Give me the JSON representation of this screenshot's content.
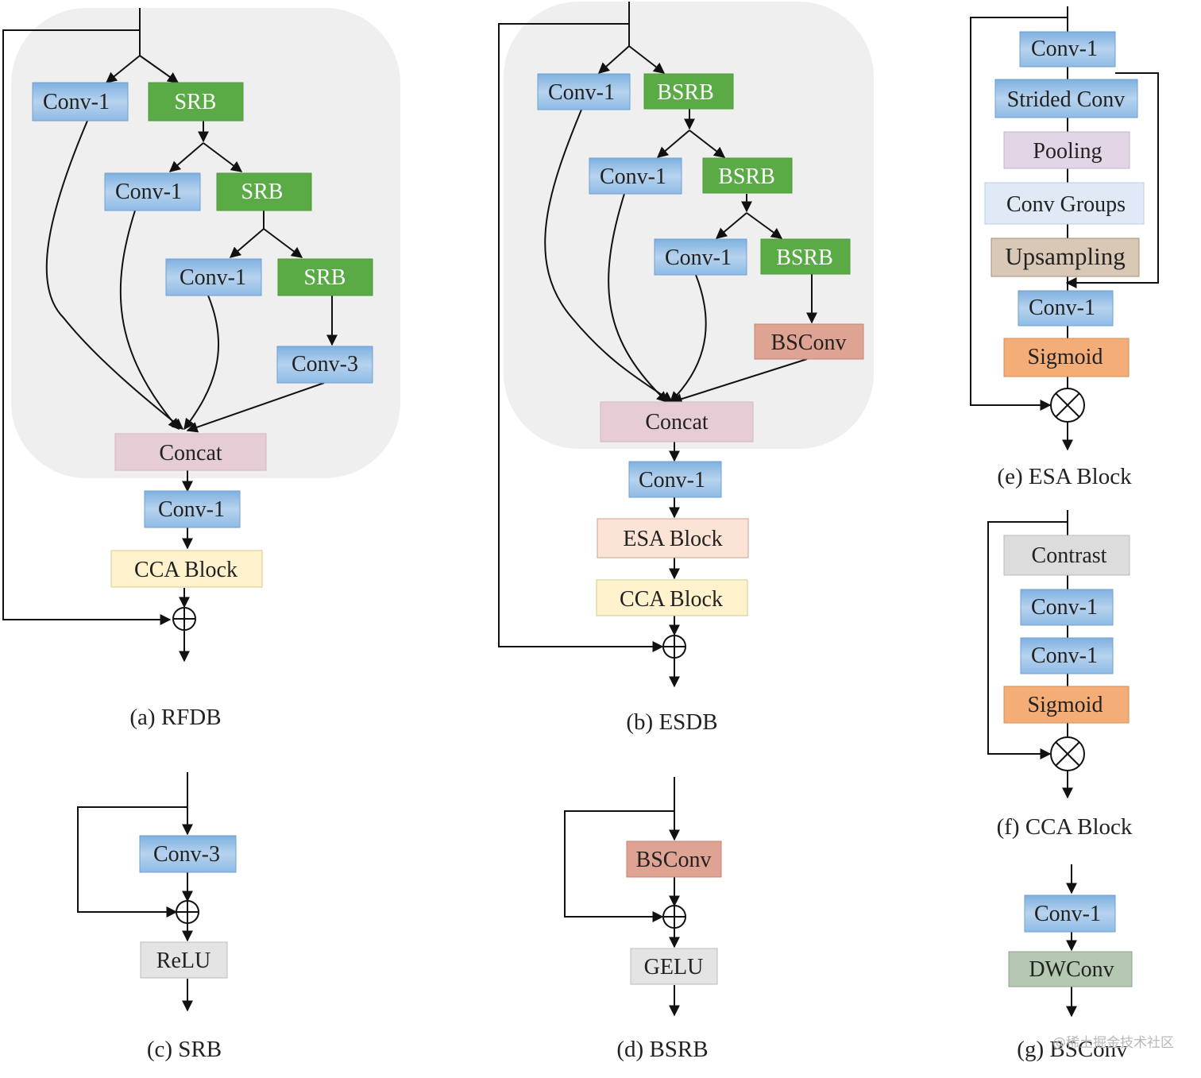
{
  "colors": {
    "conv": "#9dc3e6",
    "conv_border": "#7aa9d8",
    "green": "#5aab46",
    "concat": "#e7cdd5",
    "cca": "#fff2cc",
    "esa": "#fbe4d5",
    "bsconv": "#dea392",
    "relu": "#e4e4e4",
    "pooling": "#e2d6e6",
    "convgroups": "#dfeaf6",
    "upsampling": "#d9c8b5",
    "sigmoid": "#f4ad77",
    "contrast": "#dcdcdc",
    "dwconv": "#b5c9b2",
    "panel": "#eeeeee"
  },
  "boxes": {
    "a": {
      "conv1_a": "Conv-1",
      "srb_a": "SRB",
      "conv1_b": "Conv-1",
      "srb_b": "SRB",
      "conv1_c": "Conv-1",
      "srb_c": "SRB",
      "conv3": "Conv-3",
      "concat": "Concat",
      "conv1_out": "Conv-1",
      "cca": "CCA Block"
    },
    "b": {
      "conv1_a": "Conv-1",
      "bsrb_a": "BSRB",
      "conv1_b": "Conv-1",
      "bsrb_b": "BSRB",
      "conv1_c": "Conv-1",
      "bsrb_c": "BSRB",
      "bsconv": "BSConv",
      "concat": "Concat",
      "conv1_out": "Conv-1",
      "esa": "ESA Block",
      "cca": "CCA Block"
    },
    "c": {
      "conv3": "Conv-3",
      "relu": "ReLU"
    },
    "d": {
      "bsconv": "BSConv",
      "gelu": "GELU"
    },
    "e": {
      "conv1_top": "Conv-1",
      "strided": "Strided Conv",
      "pooling": "Pooling",
      "groups": "Conv Groups",
      "upsampling": "Upsampling",
      "conv1_bot": "Conv-1",
      "sigmoid": "Sigmoid"
    },
    "f": {
      "contrast": "Contrast",
      "conv1_a": "Conv-1",
      "conv1_b": "Conv-1",
      "sigmoid": "Sigmoid"
    },
    "g": {
      "conv1": "Conv-1",
      "dwconv": "DWConv"
    }
  },
  "captions": {
    "a": "(a) RFDB",
    "b": "(b) ESDB",
    "c": "(c) SRB",
    "d": "(d) BSRB",
    "e": "(e) ESA Block",
    "f": "(f) CCA Block",
    "g": "(g) BSConv"
  },
  "watermark": "@稀土掘金技术社区"
}
